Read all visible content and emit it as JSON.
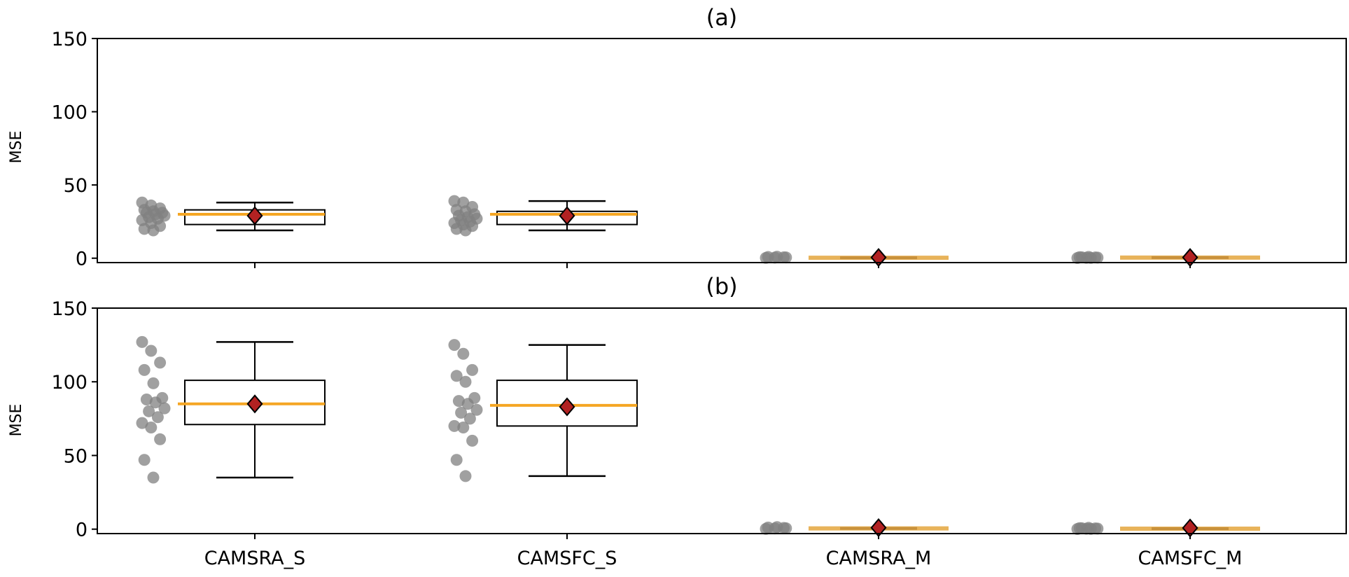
{
  "chart_data": [
    {
      "type": "box",
      "title": "(a)",
      "xlabel": "",
      "ylabel": "MSE",
      "ylim": [
        -3,
        150
      ],
      "yticks": [
        0,
        50,
        100,
        150
      ],
      "ytick_labels": [
        "0",
        "50",
        "100",
        "150"
      ],
      "categories": [
        "CAMSRA_S",
        "CAMSFC_S",
        "CAMSRA_M",
        "CAMSFC_M"
      ],
      "show_xtick_labels": false,
      "boxes": [
        {
          "category": "CAMSRA_S",
          "whisker_low": 19,
          "q1": 23,
          "median": 30,
          "q3": 33,
          "whisker_high": 38,
          "mean": 29
        },
        {
          "category": "CAMSFC_S",
          "whisker_low": 19,
          "q1": 23,
          "median": 30,
          "q3": 32,
          "whisker_high": 39,
          "mean": 29
        },
        {
          "category": "CAMSRA_M",
          "whisker_low": 0,
          "q1": 0,
          "median": 0.3,
          "q3": 0.8,
          "whisker_high": 1,
          "mean": 0.5
        },
        {
          "category": "CAMSFC_M",
          "whisker_low": 0,
          "q1": 0,
          "median": 0.4,
          "q3": 0.9,
          "whisker_high": 1,
          "mean": 0.5
        }
      ],
      "points": [
        {
          "category": "CAMSRA_S",
          "values": [
            38,
            36,
            34,
            33,
            32,
            31,
            31,
            30,
            29,
            28,
            27,
            26,
            24,
            22,
            20,
            19
          ]
        },
        {
          "category": "CAMSFC_S",
          "values": [
            39,
            38,
            35,
            33,
            32,
            30,
            29,
            28,
            27,
            26,
            25,
            24,
            23,
            22,
            20,
            19
          ]
        },
        {
          "category": "CAMSRA_M",
          "values": [
            0.2,
            0.4,
            0.6,
            0.8,
            1.0,
            0.5
          ]
        },
        {
          "category": "CAMSFC_M",
          "values": [
            0.1,
            0.3,
            0.5,
            0.7,
            0.9,
            0.4,
            0.6,
            0.2
          ]
        }
      ]
    },
    {
      "type": "box",
      "title": "(b)",
      "xlabel": "",
      "ylabel": "MSE",
      "ylim": [
        -3,
        150
      ],
      "yticks": [
        0,
        50,
        100,
        150
      ],
      "ytick_labels": [
        "0",
        "50",
        "100",
        "150"
      ],
      "categories": [
        "CAMSRA_S",
        "CAMSFC_S",
        "CAMSRA_M",
        "CAMSFC_M"
      ],
      "show_xtick_labels": true,
      "boxes": [
        {
          "category": "CAMSRA_S",
          "whisker_low": 35,
          "q1": 71,
          "median": 85,
          "q3": 101,
          "whisker_high": 127,
          "mean": 85
        },
        {
          "category": "CAMSFC_S",
          "whisker_low": 36,
          "q1": 70,
          "median": 84,
          "q3": 101,
          "whisker_high": 125,
          "mean": 83
        },
        {
          "category": "CAMSRA_M",
          "whisker_low": 0,
          "q1": 0.2,
          "median": 0.5,
          "q3": 1.2,
          "whisker_high": 1.5,
          "mean": 1
        },
        {
          "category": "CAMSFC_M",
          "whisker_low": 0,
          "q1": 0,
          "median": 0.3,
          "q3": 0.8,
          "whisker_high": 1,
          "mean": 0.8
        }
      ],
      "points": [
        {
          "category": "CAMSRA_S",
          "values": [
            127,
            121,
            113,
            108,
            99,
            89,
            88,
            86,
            82,
            80,
            76,
            72,
            69,
            61,
            47,
            35
          ]
        },
        {
          "category": "CAMSFC_S",
          "values": [
            125,
            119,
            108,
            104,
            100,
            89,
            87,
            85,
            81,
            79,
            75,
            70,
            69,
            60,
            47,
            36
          ]
        },
        {
          "category": "CAMSRA_M",
          "values": [
            0.2,
            0.5,
            0.8,
            1.1,
            1.4,
            0.6
          ]
        },
        {
          "category": "CAMSFC_M",
          "values": [
            0.1,
            0.3,
            0.5,
            0.7,
            0.9,
            0.4,
            0.6,
            0.2
          ]
        }
      ]
    }
  ],
  "colors": {
    "points": "#808080",
    "median": "#f5a623",
    "mean_fill": "#b22222",
    "mean_edge": "#000000",
    "box_edge": "#000000",
    "axis": "#000000"
  }
}
